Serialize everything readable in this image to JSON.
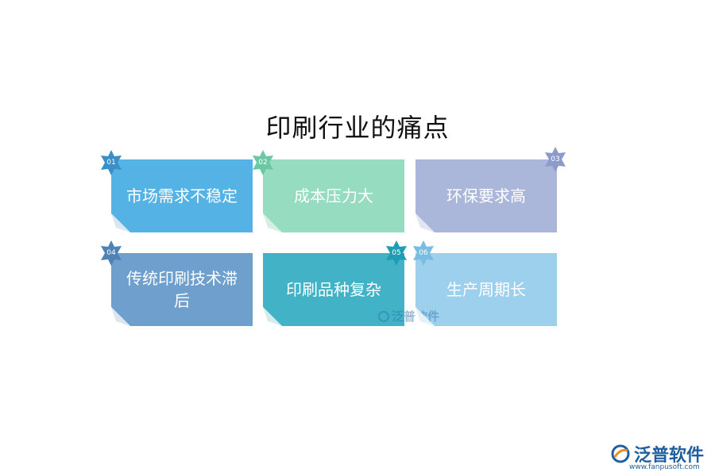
{
  "title": "印刷行业的痛点",
  "cards": [
    {
      "num": "01",
      "label": "市场需求不稳定",
      "color": "#54b3e4"
    },
    {
      "num": "02",
      "label": "成本压力大",
      "color": "#96dcc0"
    },
    {
      "num": "03",
      "label": "环保要求高",
      "color": "#aab7db"
    },
    {
      "num": "04",
      "label": "传统印刷技术滞后",
      "color": "#6f9fcc"
    },
    {
      "num": "05",
      "label": "印刷品种复杂",
      "color": "#42b3c6"
    },
    {
      "num": "06",
      "label": "生产周期长",
      "color": "#9dd0ed"
    }
  ],
  "watermark": "泛普软件",
  "logo": {
    "name": "泛普软件",
    "url": "www.fanpusoft.com"
  }
}
